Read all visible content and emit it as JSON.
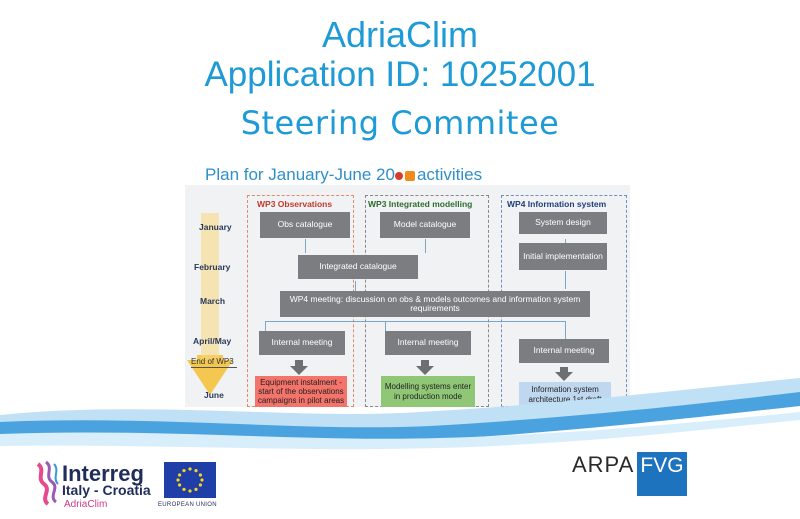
{
  "slide": {
    "title_line1": "AdriaClim",
    "title_line2": "Application ID: 10252001",
    "title_line3": "Steering Commitee"
  },
  "plan": {
    "title_prefix": "Plan for January-June 20",
    "title_suffix": "activities",
    "months": [
      "January",
      "February",
      "March",
      "April/May",
      "June"
    ],
    "end_label": "End of WP3",
    "columns": [
      {
        "title": "WP3 Observations",
        "color": "#c0392b"
      },
      {
        "title": "WP3 Integrated modelling",
        "color": "#2e6b2e"
      },
      {
        "title": "WP4 Information system",
        "color": "#1f3e7a"
      }
    ],
    "boxes": {
      "obs_catalogue": "Obs catalogue",
      "model_catalogue": "Model catalogue",
      "system_design": "System design",
      "initial_impl": "Initial implementation",
      "integrated_catalogue": "Integrated catalogue",
      "wp4_meeting": "WP4 meeting: discussion on obs & models outcomes and information system requirements",
      "internal_meeting": "Internal meeting"
    },
    "outcomes": {
      "obs": "Equipment instalment - start of the observations campaigns in pilot areas",
      "model": "Modelling systems enter in production mode",
      "info": "Information system architecture 1st draft"
    }
  },
  "logos": {
    "interreg": "Interreg",
    "programme": "Italy - Croatia",
    "project": "AdriaClim",
    "eu": "EUROPEAN UNION",
    "arpa": "ARPA",
    "fvg": "FVG"
  },
  "colors": {
    "accent": "#1e9ad6",
    "obs_outcome": "#f4736b",
    "model_outcome": "#8fc776",
    "info_outcome": "#bfd8ef",
    "wave": "#4aa3df"
  }
}
